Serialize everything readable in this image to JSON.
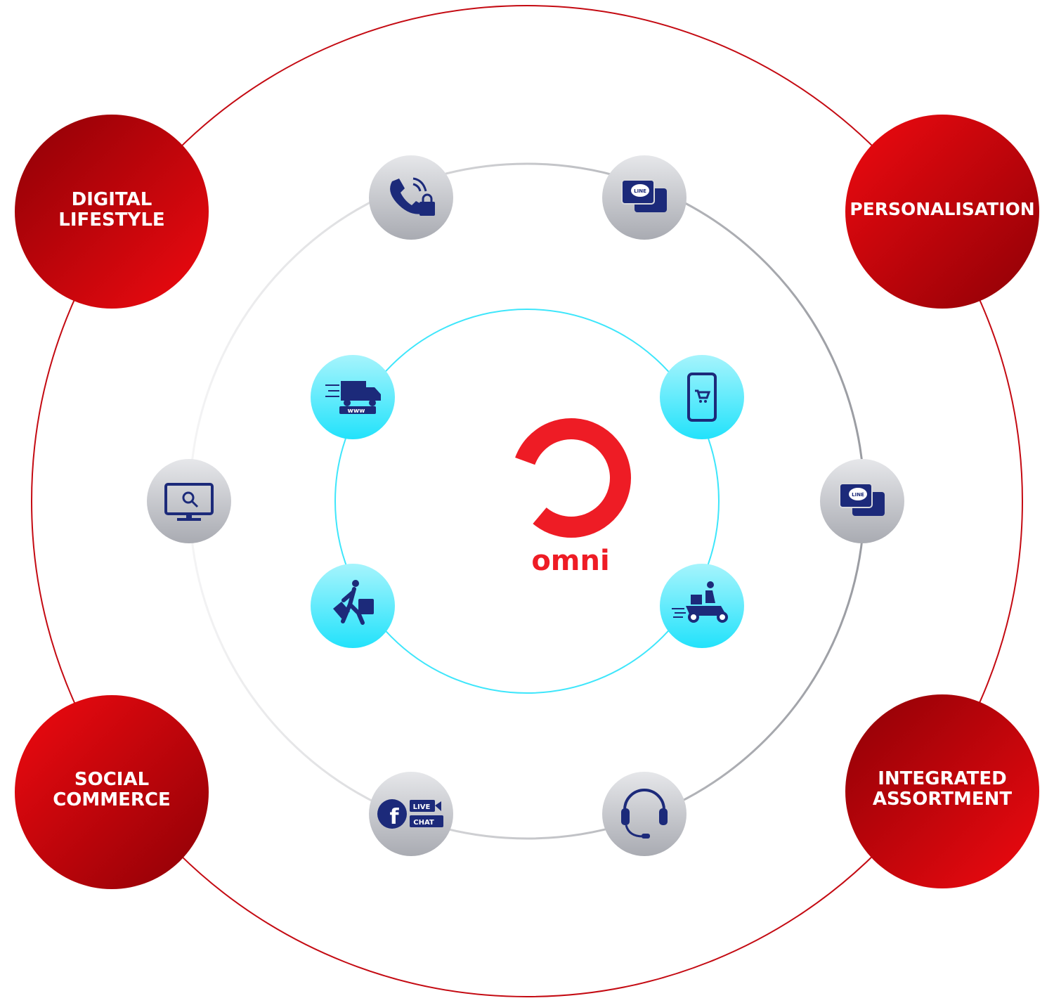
{
  "center": {
    "brand": "omni",
    "brand_color": "#ee1c25"
  },
  "pillars": [
    {
      "id": "digital-lifestyle",
      "lines": [
        "DIGITAL",
        "LIFESTYLE"
      ]
    },
    {
      "id": "personalisation",
      "lines": [
        "PERSONALISATION"
      ]
    },
    {
      "id": "social-commerce",
      "lines": [
        "SOCIAL",
        "COMMERCE"
      ]
    },
    {
      "id": "integrated-assortment",
      "lines": [
        "INTEGRATED",
        "ASSORTMENT"
      ]
    }
  ],
  "channel_icons": [
    {
      "name": "phone-shopping-icon"
    },
    {
      "name": "line-chat-icon",
      "text": "LINE"
    },
    {
      "name": "online-search-icon"
    },
    {
      "name": "line-chat-icon",
      "text": "LINE"
    },
    {
      "name": "facebook-live-chat-icon",
      "live": "LIVE",
      "chat": "CHAT"
    },
    {
      "name": "headset-support-icon"
    }
  ],
  "fulfilment_icons": [
    {
      "name": "delivery-truck-web-icon",
      "text": "www"
    },
    {
      "name": "mobile-cart-icon"
    },
    {
      "name": "shopper-pickup-icon"
    },
    {
      "name": "scooter-delivery-icon"
    }
  ],
  "colors": {
    "red": "#d10a11",
    "cyan": "#3ee6fb",
    "grey": "#c4c6cc",
    "navy": "#1c2a7a"
  }
}
